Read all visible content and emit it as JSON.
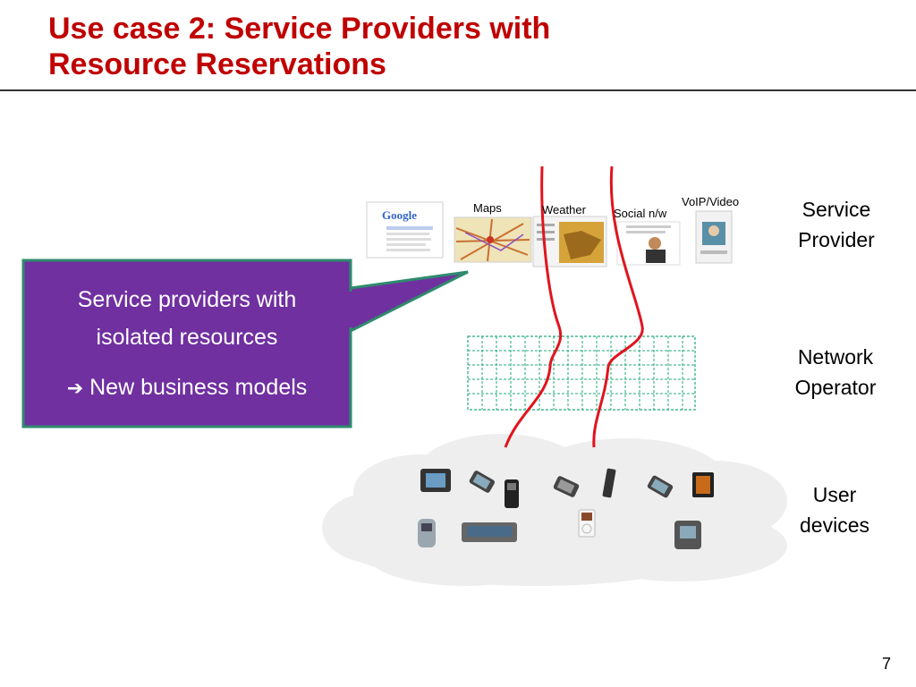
{
  "slide": {
    "title_line1": "Use case 2: Service Providers with",
    "title_line2": "Resource Reservations",
    "page_number": "7"
  },
  "callout": {
    "line1": "Service providers with",
    "line2": "isolated resources",
    "arrow_icon": "right-arrow-icon",
    "line3": "New business models"
  },
  "services": {
    "maps": "Maps",
    "weather": "Weather",
    "social": "Social n/w",
    "voip": "VoIP/Video",
    "google_logo": "Google"
  },
  "layers": {
    "service_provider_1": "Service",
    "service_provider_2": "Provider",
    "network_operator_1": "Network",
    "network_operator_2": "Operator",
    "user_devices_1": "User",
    "user_devices_2": "devices"
  },
  "colors": {
    "title": "#c00000",
    "callout_fill": "#7030a0",
    "callout_border": "#2e8b6e",
    "slice_lines": "#e0141e",
    "network_grid": "#22aa77",
    "cloud": "#eeeeee"
  }
}
